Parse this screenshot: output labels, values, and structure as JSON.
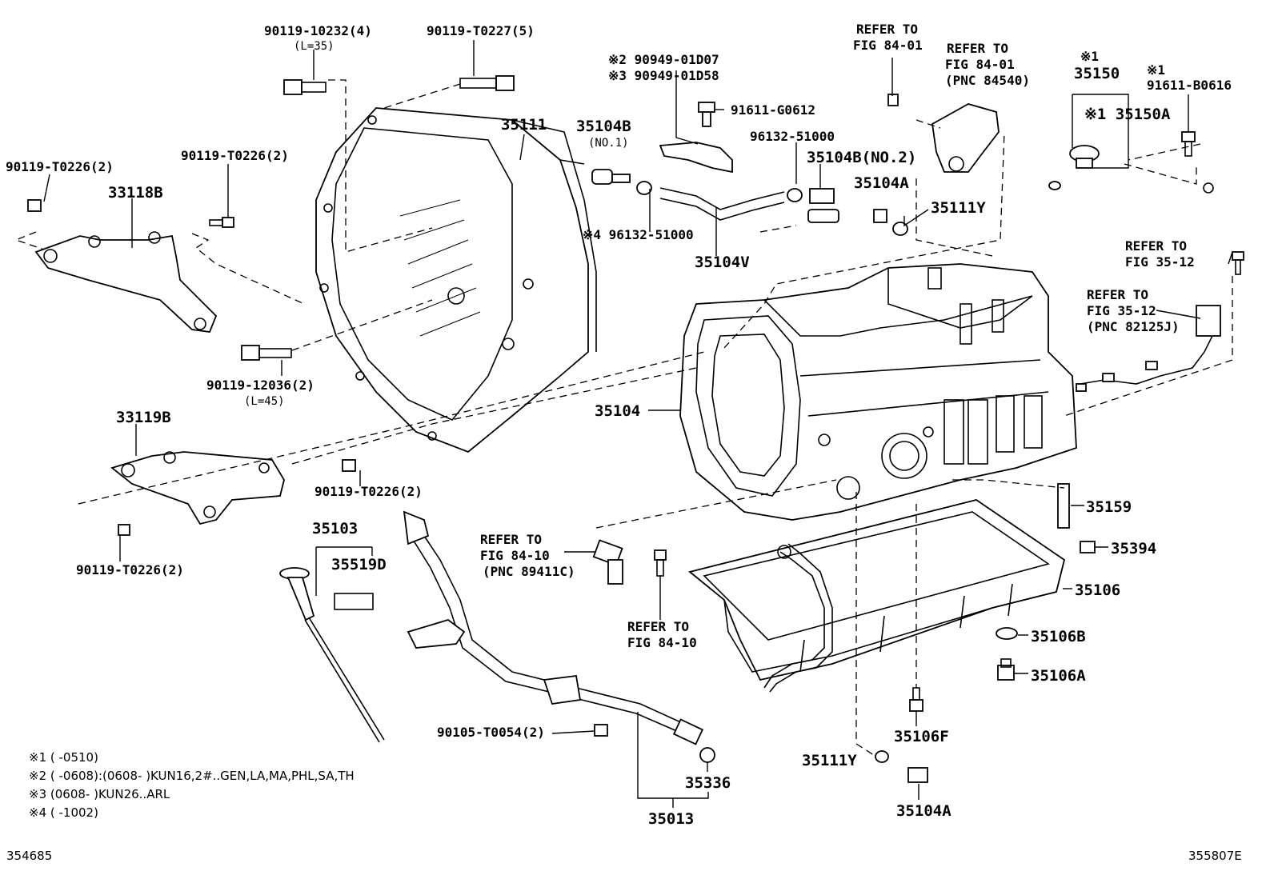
{
  "labels": {
    "l_9011910232": "90119-10232(4)",
    "l_l35": "(L=35)",
    "l_90119T0227": "90119-T0227(5)",
    "l_90119T0226_a": "90119-T0226(2)",
    "l_90119T0226_b": "90119-T0226(2)",
    "l_90119T0226_c": "90119-T0226(2)",
    "l_90119T0226_d": "90119-T0226(2)",
    "l_33118B": "33118B",
    "l_35111": "35111",
    "l_9011912036": "90119-12036(2)",
    "l_l45": "(L=45)",
    "l_33119B": "33119B",
    "l_35104B": "35104B",
    "l_no1": "(NO.1)",
    "l_9094901D07": "※2 90949-01D07",
    "l_9094901D58": "※3 90949-01D58",
    "l_91611G0612": "91611-G0612",
    "l_9613251000_a": "96132-51000",
    "l_9613251000_b": "※4 96132-51000",
    "l_35104B_no2": "35104B(NO.2)",
    "l_35104V": "35104V",
    "l_35104A_a": "35104A",
    "l_35111Y_a": "35111Y",
    "l_refer1": "REFER TO",
    "l_fig8401a": "FIG 84-01",
    "l_refer2": "REFER TO",
    "l_fig8401b": "FIG 84-01",
    "l_pnc84540": "(PNC 84540)",
    "l_x1a": "※1",
    "l_35150": "35150",
    "l_x1b": "※1",
    "l_91611B0616": "91611-B0616",
    "l_35150A": "※1 35150A",
    "l_refer3": "REFER TO",
    "l_fig3512a": "FIG 35-12",
    "l_refer4": "REFER TO",
    "l_fig3512b": "FIG 35-12",
    "l_pnc82125J": "(PNC 82125J)",
    "l_35104": "35104",
    "l_35159": "35159",
    "l_35394": "35394",
    "l_35106": "35106",
    "l_35106B": "35106B",
    "l_35106A": "35106A",
    "l_35106F": "35106F",
    "l_35111Y_b": "35111Y",
    "l_35104A_b": "35104A",
    "l_35103": "35103",
    "l_35519D": "35519D",
    "l_refer5": "REFER TO",
    "l_fig8410a": "FIG 84-10",
    "l_pnc89411C": "(PNC 89411C)",
    "l_refer6": "REFER TO",
    "l_fig8410b": "FIG 84-10",
    "l_90105T0054": "90105-T0054(2)",
    "l_35336": "35336",
    "l_35013": "35013"
  },
  "notes": [
    "※1 (      -0510)",
    "※2 (      -0608):(0608-      )KUN16,2#..GEN,LA,MA,PHL,SA,TH",
    "※3 (0608-      )KUN26..ARL",
    "※4 (      -1002)"
  ],
  "footer": {
    "left_id": "354685",
    "right_id": "355807E"
  }
}
